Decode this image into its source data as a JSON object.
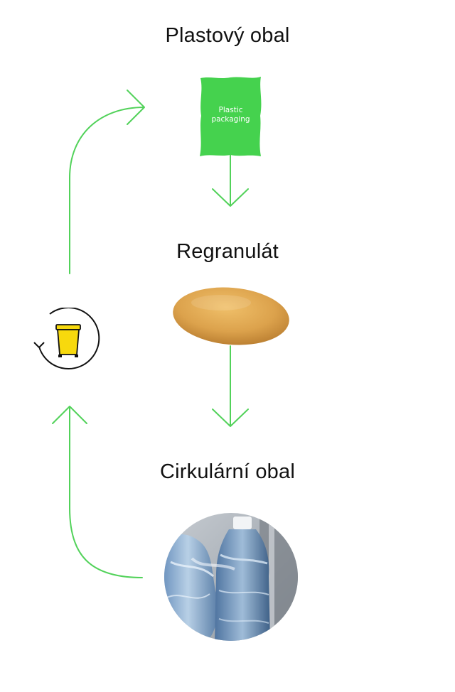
{
  "headings": {
    "plastic_packaging": "Plastový obal",
    "regranulate": "Regranulát",
    "circular_packaging": "Cirkulární obal"
  },
  "packaging_label": {
    "line1": "Plastic",
    "line2": "packaging"
  },
  "colors": {
    "connector_green": "#52d25a",
    "bag_green": "#45d24e",
    "pellet": "#dca24c",
    "bin_yellow": "#f7d90d",
    "text": "#111111"
  },
  "icons": {
    "packaging": "plastic-bag-icon",
    "pellet": "regranulate-pellet-icon",
    "bin": "recycling-bin-icon",
    "cycle_arrow": "cycle-arrow-icon",
    "photo": "water-bottles-photo"
  }
}
